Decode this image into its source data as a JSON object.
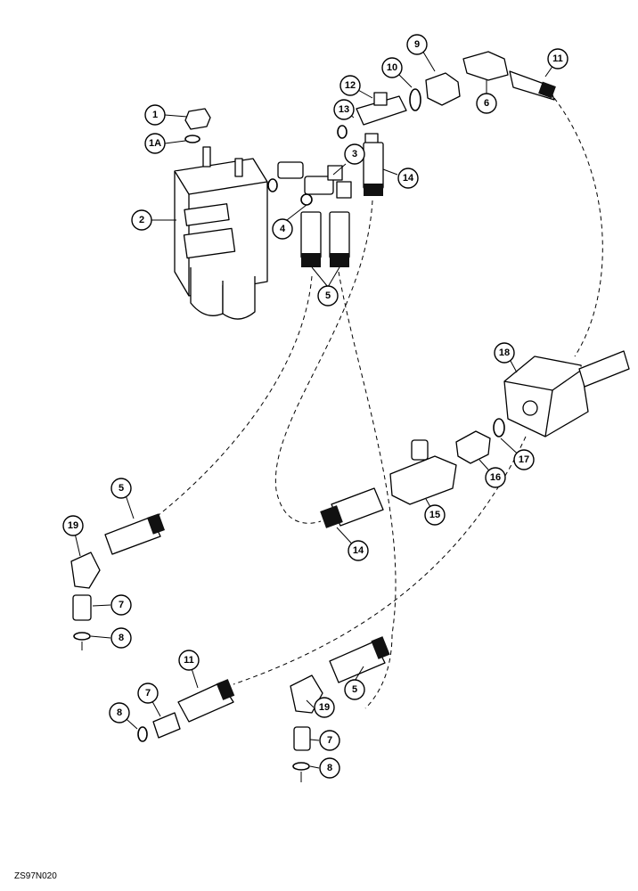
{
  "figure_code": "ZS97N020",
  "callouts": [
    {
      "id": "c1",
      "label": "1"
    },
    {
      "id": "c1a",
      "label": "1A"
    },
    {
      "id": "c2",
      "label": "2"
    },
    {
      "id": "c3",
      "label": "3"
    },
    {
      "id": "c4",
      "label": "4"
    },
    {
      "id": "c5a",
      "label": "5"
    },
    {
      "id": "c5b",
      "label": "5"
    },
    {
      "id": "c5c",
      "label": "5"
    },
    {
      "id": "c6",
      "label": "6"
    },
    {
      "id": "c7a",
      "label": "7"
    },
    {
      "id": "c7b",
      "label": "7"
    },
    {
      "id": "c7c",
      "label": "7"
    },
    {
      "id": "c8a",
      "label": "8"
    },
    {
      "id": "c8b",
      "label": "8"
    },
    {
      "id": "c8c",
      "label": "8"
    },
    {
      "id": "c9",
      "label": "9"
    },
    {
      "id": "c10",
      "label": "10"
    },
    {
      "id": "c11a",
      "label": "11"
    },
    {
      "id": "c11b",
      "label": "11"
    },
    {
      "id": "c12",
      "label": "12"
    },
    {
      "id": "c13",
      "label": "13"
    },
    {
      "id": "c14a",
      "label": "14"
    },
    {
      "id": "c14b",
      "label": "14"
    },
    {
      "id": "c15",
      "label": "15"
    },
    {
      "id": "c16",
      "label": "16"
    },
    {
      "id": "c17",
      "label": "17"
    },
    {
      "id": "c18",
      "label": "18"
    },
    {
      "id": "c19a",
      "label": "19"
    },
    {
      "id": "c19b",
      "label": "19"
    }
  ]
}
